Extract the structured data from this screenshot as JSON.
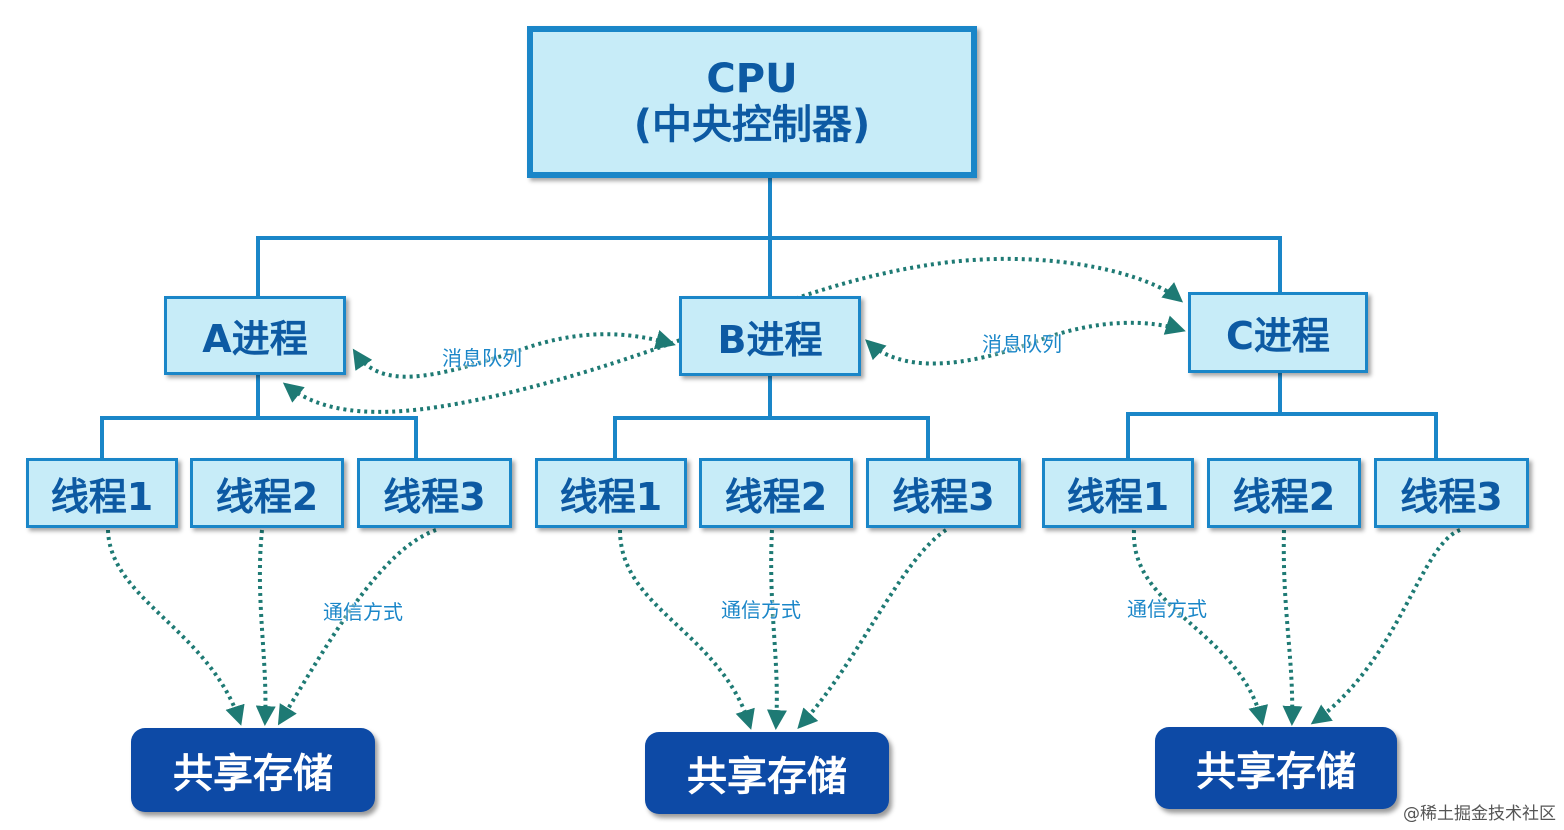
{
  "cpu": {
    "line1": "CPU",
    "line2": "(中央控制器)"
  },
  "processes": [
    {
      "label": "A进程"
    },
    {
      "label": "B进程"
    },
    {
      "label": "C进程"
    }
  ],
  "thread_groups": [
    {
      "threads": [
        "线程1",
        "线程2",
        "线程3"
      ],
      "storage": "共享存储",
      "comm_label": "通信方式"
    },
    {
      "threads": [
        "线程1",
        "线程2",
        "线程3"
      ],
      "storage": "共享存储",
      "comm_label": "通信方式"
    },
    {
      "threads": [
        "线程1",
        "线程2",
        "线程3"
      ],
      "storage": "共享存储",
      "comm_label": "通信方式"
    }
  ],
  "message_queue_labels": [
    "消息队列",
    "消息队列"
  ],
  "colors": {
    "box_fill": "#c7ecf8",
    "box_border": "#1a86c8",
    "text": "#0d5aa3",
    "storage_fill": "#0d4aa6",
    "dotted_arrow": "#1e7a74"
  },
  "watermark": "@稀土掘金技术社区"
}
